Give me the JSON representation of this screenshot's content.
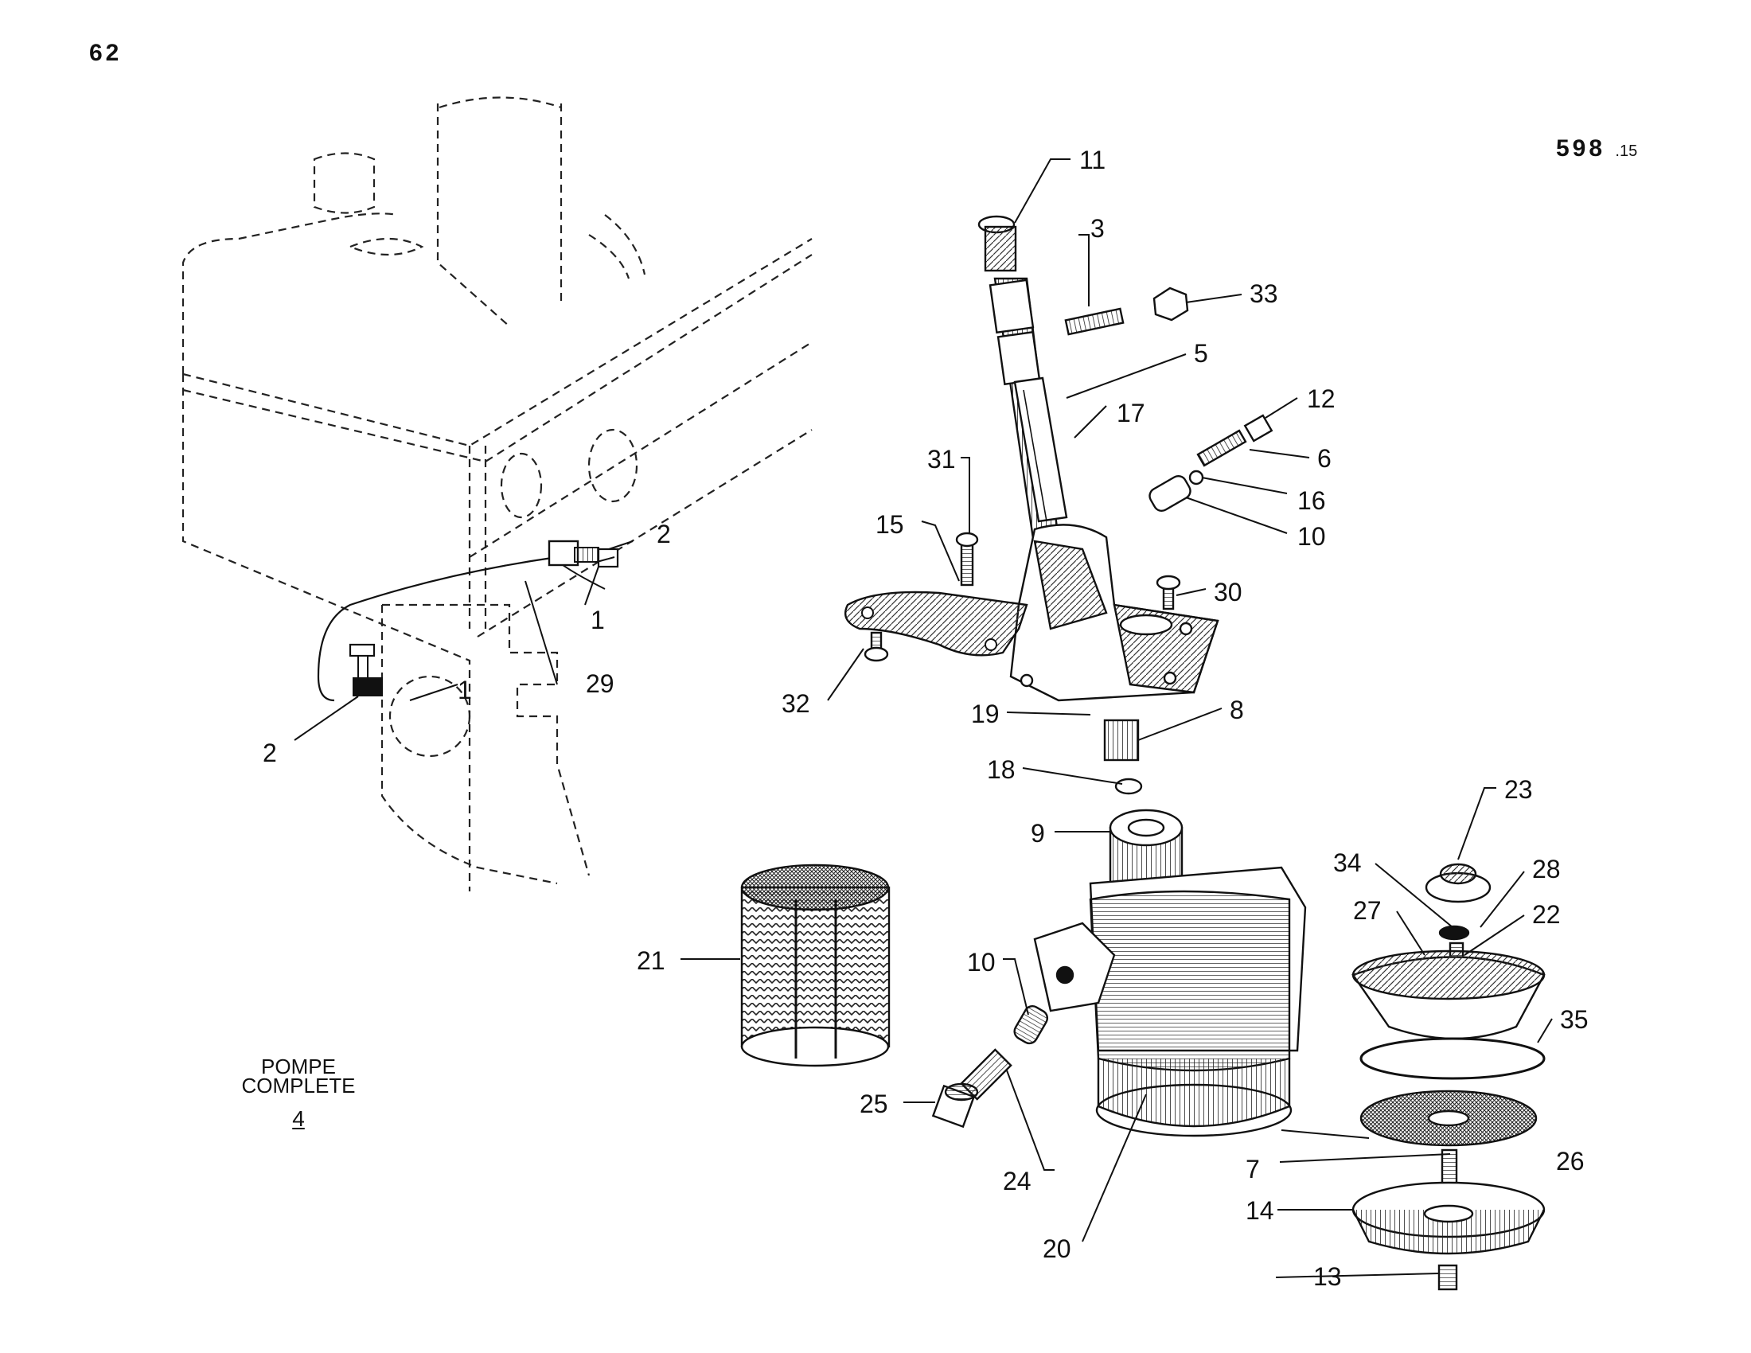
{
  "page_number": "62",
  "reference": {
    "main": "598",
    "suffix": ".15"
  },
  "caption": {
    "line1": "POMPE",
    "line2": "COMPLETE",
    "number": "4"
  },
  "callouts": {
    "c1a": "1",
    "c1b": "1",
    "c2a": "2",
    "c2b": "2",
    "c29": "29",
    "c11": "11",
    "c3": "3",
    "c33": "33",
    "c5": "5",
    "c17": "17",
    "c12": "12",
    "c6": "6",
    "c16": "16",
    "c10a": "10",
    "c31": "31",
    "c15": "15",
    "c30": "30",
    "c32": "32",
    "c19": "19",
    "c8": "8",
    "c18": "18",
    "c9": "9",
    "c23": "23",
    "c34": "34",
    "c28": "28",
    "c27": "27",
    "c22": "22",
    "c21": "21",
    "c10b": "10",
    "c35": "35",
    "c25": "25",
    "c24": "24",
    "c7": "7",
    "c26": "26",
    "c14": "14",
    "c20": "20",
    "c13": "13"
  }
}
